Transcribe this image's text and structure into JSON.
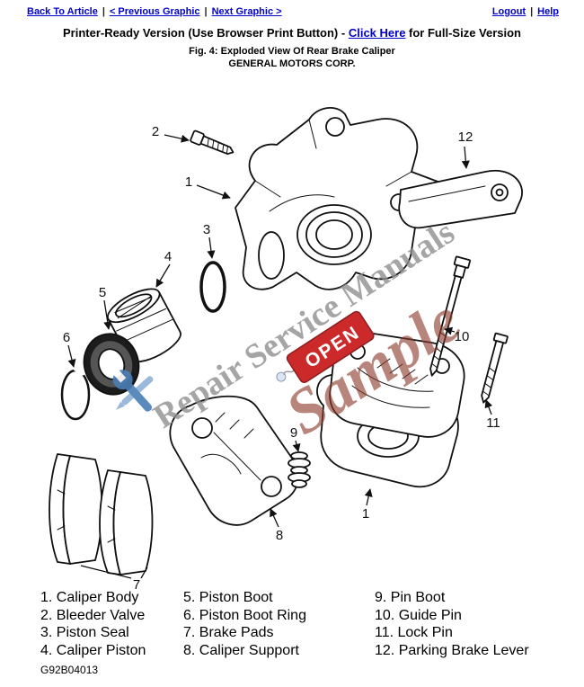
{
  "nav": {
    "back_to_article": "Back To Article",
    "previous_graphic": "< Previous Graphic",
    "next_graphic": "Next Graphic >",
    "separator": "|",
    "logout": "Logout",
    "help": "Help"
  },
  "header": {
    "printer_prefix": "Printer-Ready Version (Use Browser Print Button) - ",
    "printer_link": "Click Here",
    "printer_suffix": " for Full-Size Version",
    "figure_title": "Fig. 4: Exploded View Of Rear Brake Caliper",
    "manufacturer": "GENERAL MOTORS CORP."
  },
  "diagram": {
    "callouts": {
      "c1a": "1",
      "c1b": "1",
      "c2": "2",
      "c3": "3",
      "c4": "4",
      "c5": "5",
      "c6": "6",
      "c7": "7",
      "c8": "8",
      "c9": "9",
      "c10": "10",
      "c11": "11",
      "c12": "12"
    },
    "watermark": {
      "brand_text": "Repair Service Manuals",
      "sample_text": "Sample",
      "open_tag": "OPEN",
      "brand_color": "#8f8f8f",
      "sample_color": "#8c3b2b",
      "tag_color": "#cc2a2a",
      "tool_color": "#4a7fb5"
    }
  },
  "legend": {
    "col1": [
      "1. Caliper Body",
      "2. Bleeder Valve",
      "3. Piston Seal",
      "4. Caliper Piston"
    ],
    "col2": [
      "5. Piston Boot",
      "6. Piston Boot Ring",
      "7. Brake Pads",
      "8. Caliper Support"
    ],
    "col3": [
      "9. Pin Boot",
      "10. Guide Pin",
      "11. Lock Pin",
      "12. Parking Brake Lever"
    ]
  },
  "footer": {
    "figure_code": "G92B04013"
  }
}
